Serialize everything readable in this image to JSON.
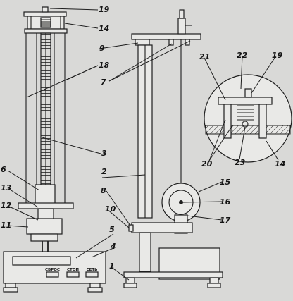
{
  "labels": {
    "l1": "1",
    "l2": "2",
    "l3": "3",
    "l4": "4",
    "l5": "5",
    "l6": "6",
    "l7": "7",
    "l8": "8",
    "l9": "9",
    "l10": "10",
    "l11": "11",
    "l12": "12",
    "l13": "13",
    "l14_top": "14",
    "l14_detail": "14",
    "l15": "15",
    "l16": "16",
    "l17": "17",
    "l18": "18",
    "l19_top": "19",
    "l19_detail": "19",
    "l20": "20",
    "l21": "21",
    "l22": "22",
    "l23": "23"
  },
  "buttons": {
    "reset": "СБРОС",
    "stop": "СТОП",
    "network": "СЕТЬ"
  }
}
